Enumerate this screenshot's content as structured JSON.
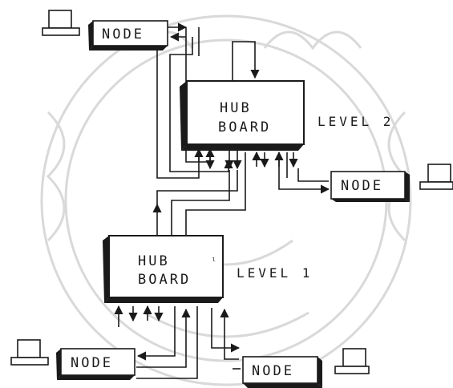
{
  "diagram": {
    "colors": {
      "ink": "#1a1a1a",
      "paper": "#ffffff",
      "watermark": "#d9d9d9"
    },
    "hubs": {
      "level2": {
        "line1": "HUB",
        "line2": "BOARD",
        "level_label": "LEVEL 2"
      },
      "level1": {
        "line1": "HUB",
        "line2": "BOARD",
        "level_label": "LEVEL 1"
      }
    },
    "nodes": {
      "top_left": {
        "label": "NODE"
      },
      "right": {
        "label": "NODE"
      },
      "bottom_left": {
        "label": "NODE"
      },
      "bottom_right": {
        "label": "NODE"
      }
    },
    "computers": [
      "computer-icon",
      "computer-icon",
      "computer-icon",
      "computer-icon"
    ],
    "watermark": {
      "icon": "university-seal-watermark"
    }
  }
}
